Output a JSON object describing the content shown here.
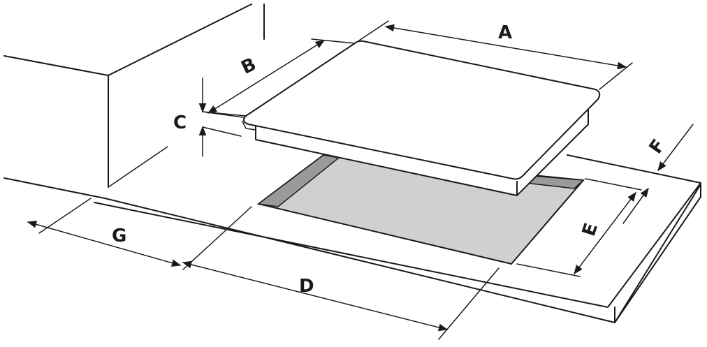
{
  "labels": {
    "A": "A",
    "B": "B",
    "C": "C",
    "D": "D",
    "E": "E",
    "F": "F",
    "G": "G"
  },
  "colors": {
    "line": "#1a1a1a",
    "cutout_fill": "#d0d0d0",
    "cutout_side": "#9a9a9a",
    "hob_fill": "#ffffff"
  }
}
